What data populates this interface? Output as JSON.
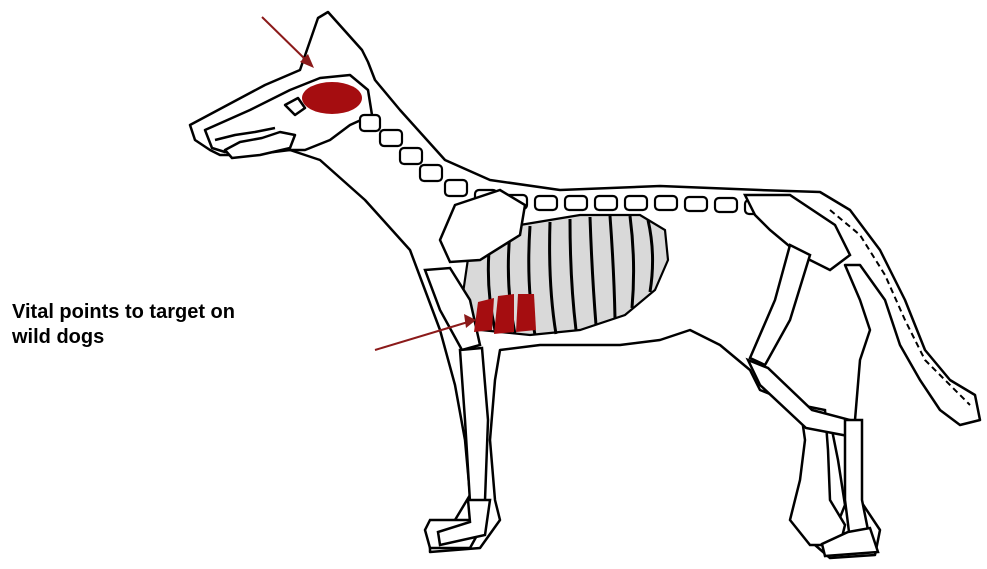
{
  "caption": {
    "line1": "Vital points to target on",
    "line2": "wild dogs"
  },
  "colors": {
    "background": "#ffffff",
    "outline": "#000000",
    "vital_zone": "#a50d10",
    "arrow": "#8b1a1a"
  },
  "icons": {
    "arrow_head": "arrow-to-brain",
    "arrow_chest": "arrow-to-heart"
  }
}
